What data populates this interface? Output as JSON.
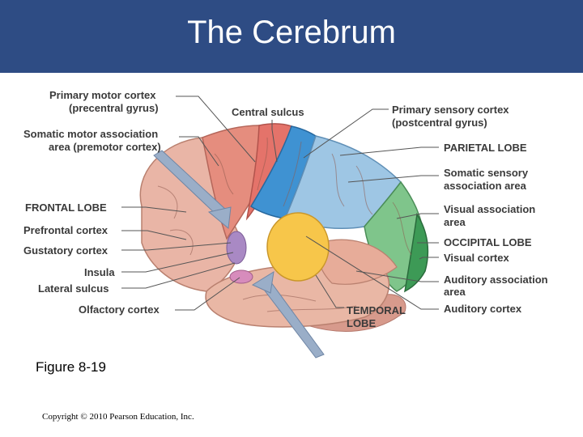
{
  "slide": {
    "title": "The Cerebrum",
    "caption": "Figure 8-19",
    "copyright": "Copyright © 2010 Pearson Education, Inc."
  },
  "labels": {
    "primary_motor_1": "Primary motor cortex",
    "primary_motor_2": "(precentral gyrus)",
    "somatic_motor_1": "Somatic motor association",
    "somatic_motor_2": "area (premotor cortex)",
    "frontal_lobe": "FRONTAL LOBE",
    "prefrontal": "Prefrontal cortex",
    "gustatory": "Gustatory cortex",
    "insula": "Insula",
    "lateral_sulcus": "Lateral sulcus",
    "olfactory": "Olfactory cortex",
    "central_sulcus": "Central sulcus",
    "primary_sensory_1": "Primary sensory cortex",
    "primary_sensory_2": "(postcentral gyrus)",
    "parietal_lobe": "PARIETAL LOBE",
    "somatic_sensory_1": "Somatic sensory",
    "somatic_sensory_2": "association area",
    "visual_assoc_1": "Visual association",
    "visual_assoc_2": "area",
    "occipital_lobe": "OCCIPITAL LOBE",
    "visual_cortex": "Visual cortex",
    "auditory_assoc_1": "Auditory association",
    "auditory_assoc_2": "area",
    "auditory_cortex": "Auditory cortex",
    "temporal_lobe_1": "TEMPORAL",
    "temporal_lobe_2": "LOBE"
  },
  "colors": {
    "title_bar": "#2e4c84",
    "frontal": "#e9b5a6",
    "motor": "#e4736a",
    "premotor": "#e58d7e",
    "sensory": "#3f92d2",
    "sensory_assoc": "#9ec6e4",
    "visual_assoc": "#7fc58b",
    "visual": "#3d9a56",
    "auditory": "#f7c64a",
    "temporal": "#e9b7a5",
    "insula": "#a989c4",
    "olfactory": "#d78cbc",
    "pointer": "#9aaec8"
  }
}
